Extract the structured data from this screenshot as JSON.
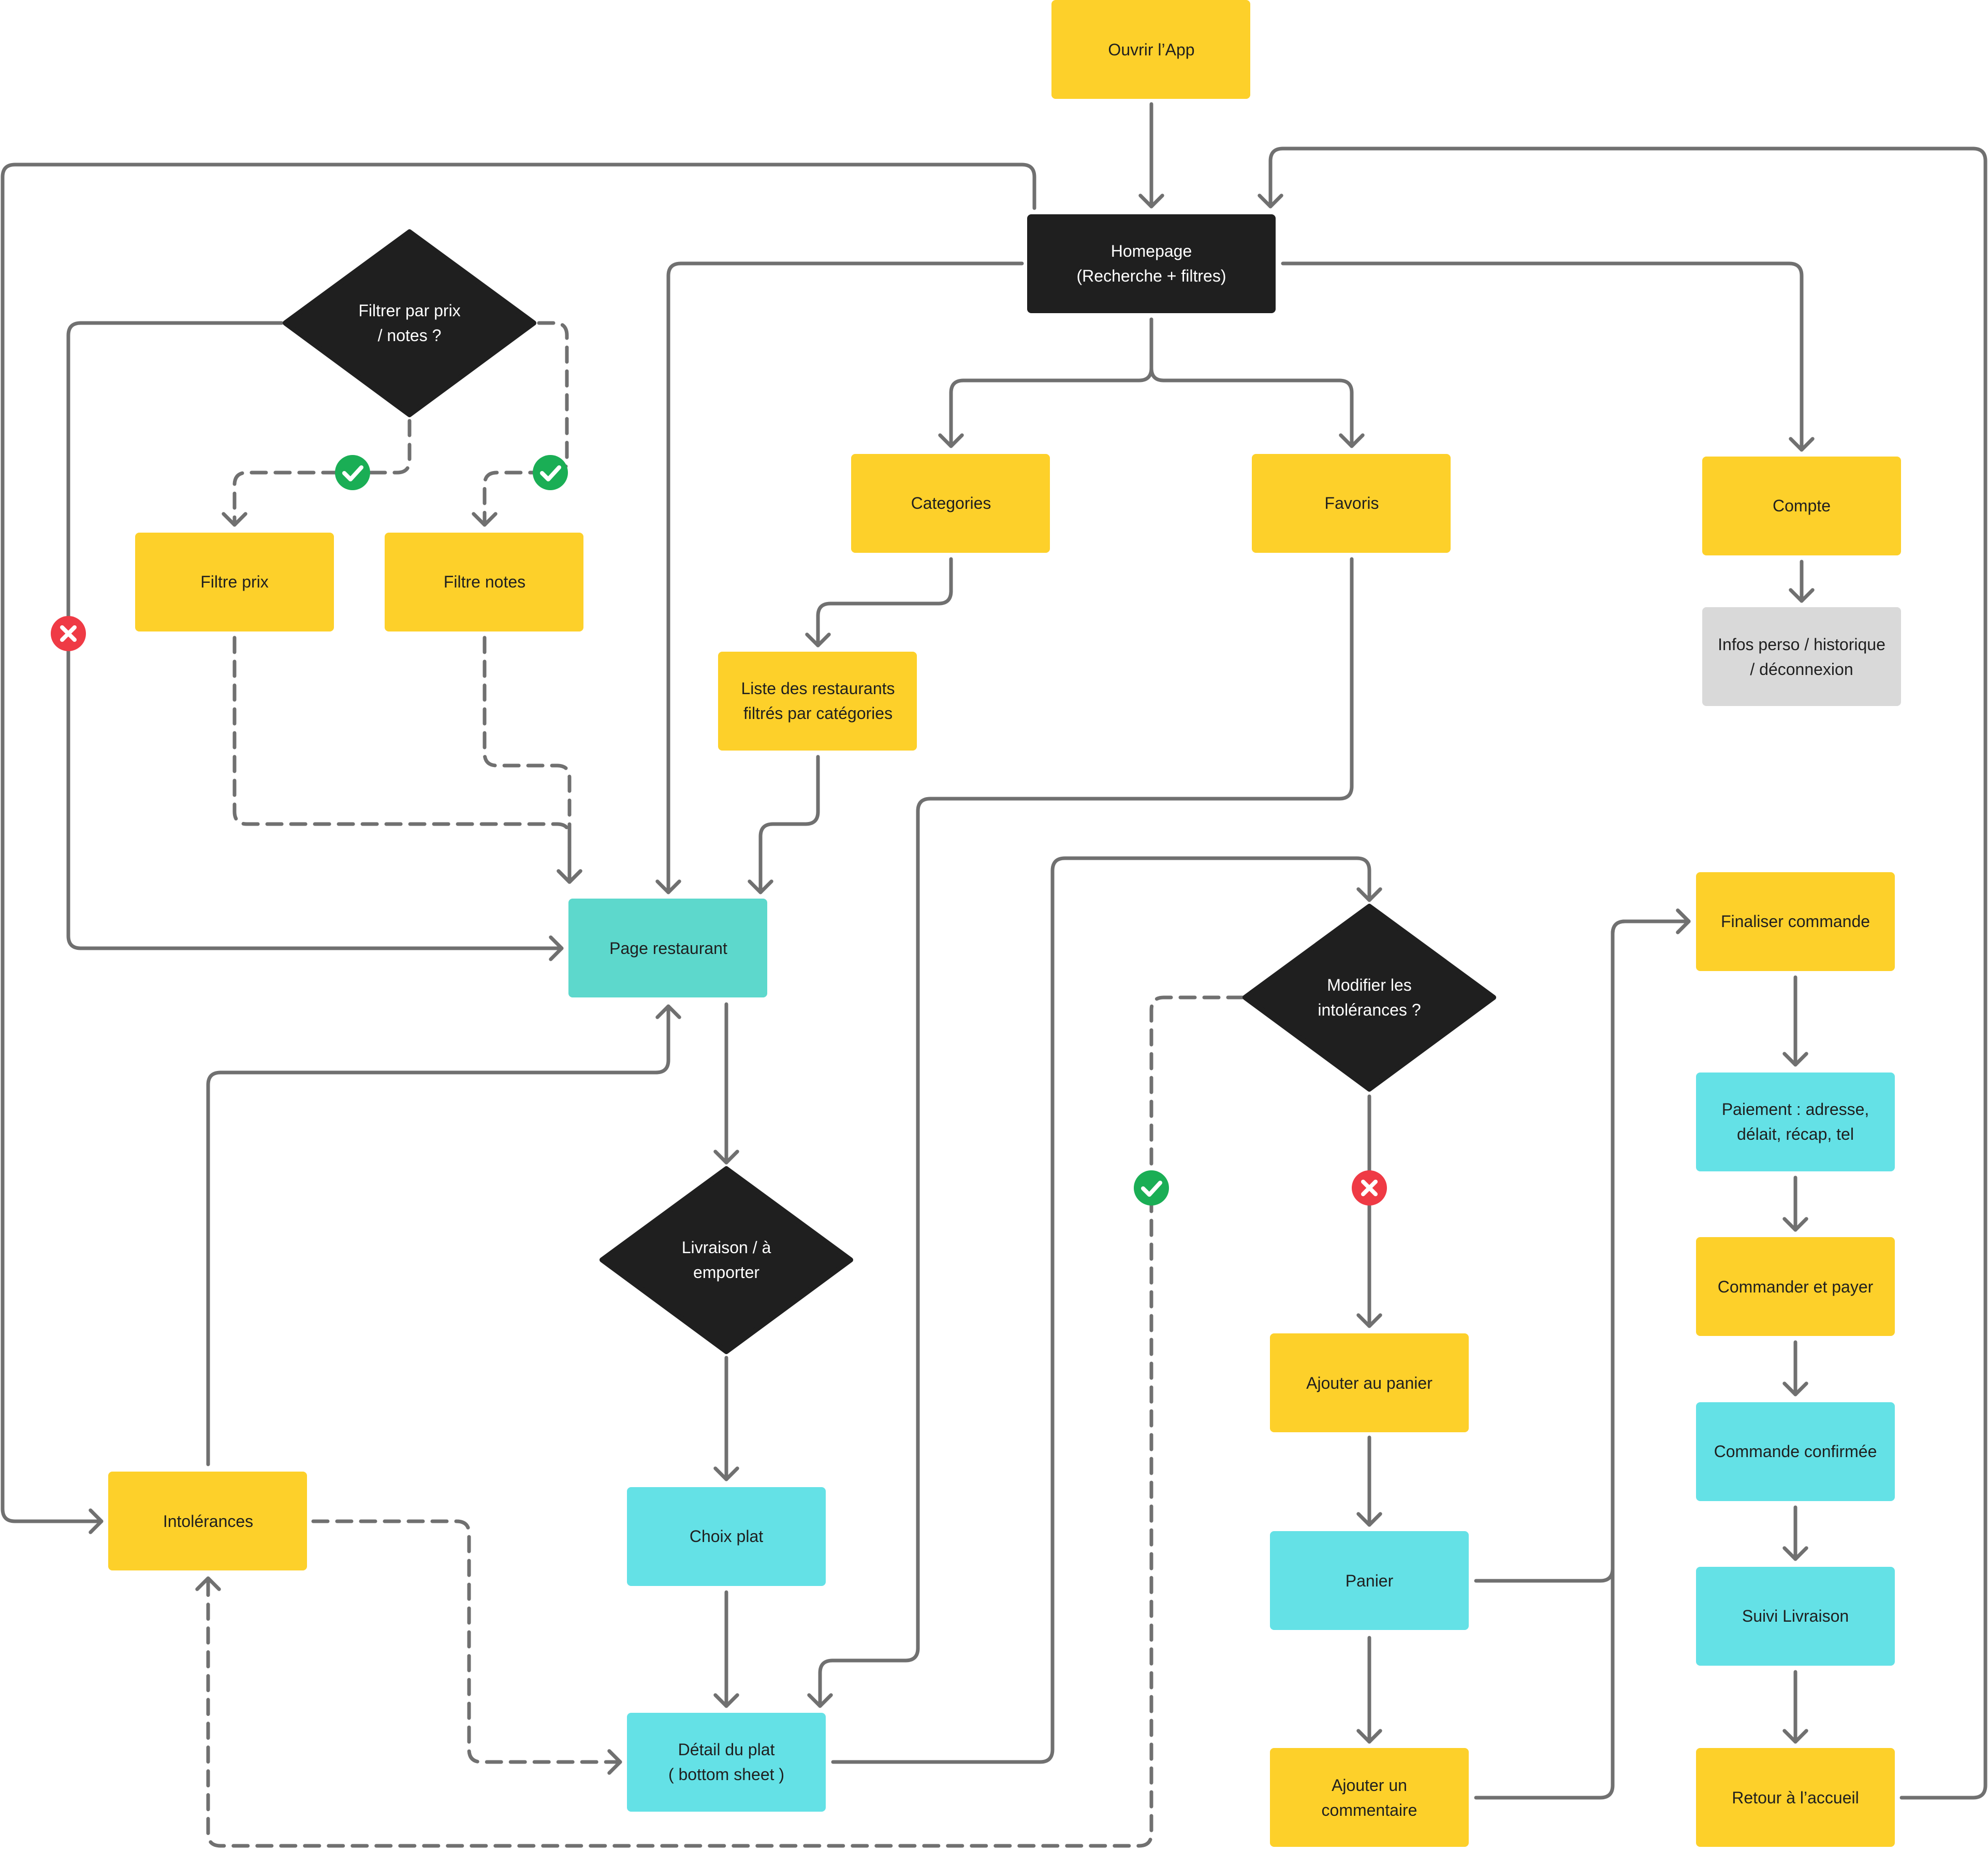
{
  "colors": {
    "yellow": "#FDD02A",
    "teal_dark": "#5DD8CC",
    "teal_light": "#64E1E6",
    "black": "#1F1F1F",
    "grey": "#D9D9D9",
    "line": "#707070",
    "check_green": "#1AAE55",
    "cross_red": "#EF3A45",
    "text_dark": "#1F1F1F",
    "text_light": "#FFFFFF"
  },
  "nodes": {
    "open_app": {
      "lines": [
        "Ouvrir l’App"
      ],
      "style": "yellow"
    },
    "homepage": {
      "lines": [
        "Homepage",
        "(Recherche + filtres)"
      ],
      "style": "black"
    },
    "filtrer": {
      "lines": [
        "Filtrer par prix",
        "/ notes ?"
      ],
      "style": "decision"
    },
    "filtre_prix": {
      "lines": [
        "Filtre prix"
      ],
      "style": "yellow"
    },
    "filtre_notes": {
      "lines": [
        "Filtre notes"
      ],
      "style": "yellow"
    },
    "categories": {
      "lines": [
        "Categories"
      ],
      "style": "yellow"
    },
    "favoris": {
      "lines": [
        "Favoris"
      ],
      "style": "yellow"
    },
    "compte": {
      "lines": [
        "Compte"
      ],
      "style": "yellow"
    },
    "infos": {
      "lines": [
        "Infos perso / historique",
        "/ déconnexion"
      ],
      "style": "grey"
    },
    "liste_resto": {
      "lines": [
        "Liste des restaurants",
        "filtrés par catégories"
      ],
      "style": "yellow"
    },
    "page_resto": {
      "lines": [
        "Page restaurant"
      ],
      "style": "teal_dark"
    },
    "livraison": {
      "lines": [
        "Livraison / à",
        "emporter"
      ],
      "style": "decision"
    },
    "choix_plat": {
      "lines": [
        "Choix plat"
      ],
      "style": "teal_light"
    },
    "detail_plat": {
      "lines": [
        "Détail du plat",
        "( bottom sheet )"
      ],
      "style": "teal_light"
    },
    "intolerances": {
      "lines": [
        "Intolérances"
      ],
      "style": "yellow"
    },
    "modifier": {
      "lines": [
        "Modifier les",
        "intolérances ?"
      ],
      "style": "decision"
    },
    "ajouter_panier": {
      "lines": [
        "Ajouter au panier"
      ],
      "style": "yellow"
    },
    "panier": {
      "lines": [
        "Panier"
      ],
      "style": "teal_light"
    },
    "ajouter_comm": {
      "lines": [
        "Ajouter un",
        "commentaire"
      ],
      "style": "yellow"
    },
    "finaliser": {
      "lines": [
        "Finaliser commande"
      ],
      "style": "yellow"
    },
    "paiement": {
      "lines": [
        "Paiement : adresse,",
        "délait, récap, tel"
      ],
      "style": "teal_light"
    },
    "commander": {
      "lines": [
        "Commander et payer"
      ],
      "style": "yellow"
    },
    "confirmee": {
      "lines": [
        "Commande confirmée"
      ],
      "style": "teal_light"
    },
    "suivi": {
      "lines": [
        "Suivi Livraison"
      ],
      "style": "teal_light"
    },
    "retour": {
      "lines": [
        "Retour à l’accueil"
      ],
      "style": "yellow"
    }
  },
  "badges": [
    {
      "type": "check",
      "id": "filtre-prix-yes"
    },
    {
      "type": "check",
      "id": "filtre-notes-yes"
    },
    {
      "type": "cross",
      "id": "filtrer-no"
    },
    {
      "type": "check",
      "id": "modifier-yes"
    },
    {
      "type": "cross",
      "id": "modifier-no"
    }
  ]
}
